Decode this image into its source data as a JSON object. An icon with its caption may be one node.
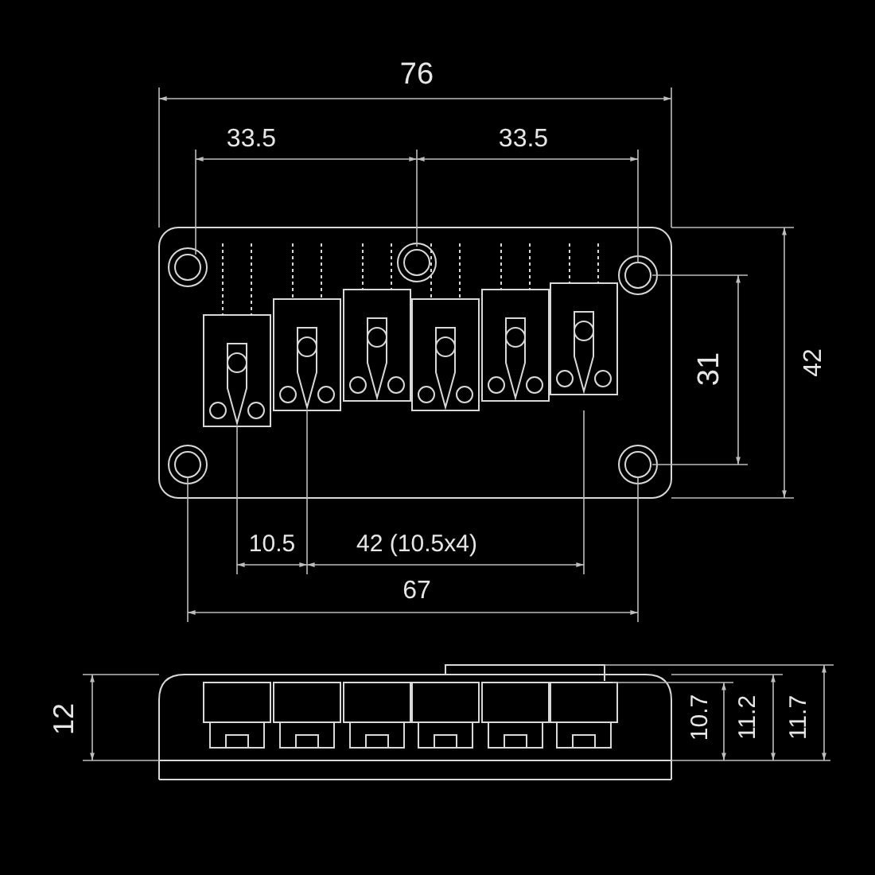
{
  "diagram": {
    "labels": [
      "76",
      "33.5",
      "33.5",
      "31",
      "42",
      "10.5",
      "42 (10.5x4)",
      "67",
      "12",
      "10.7",
      "11.2",
      "11.7"
    ]
  }
}
